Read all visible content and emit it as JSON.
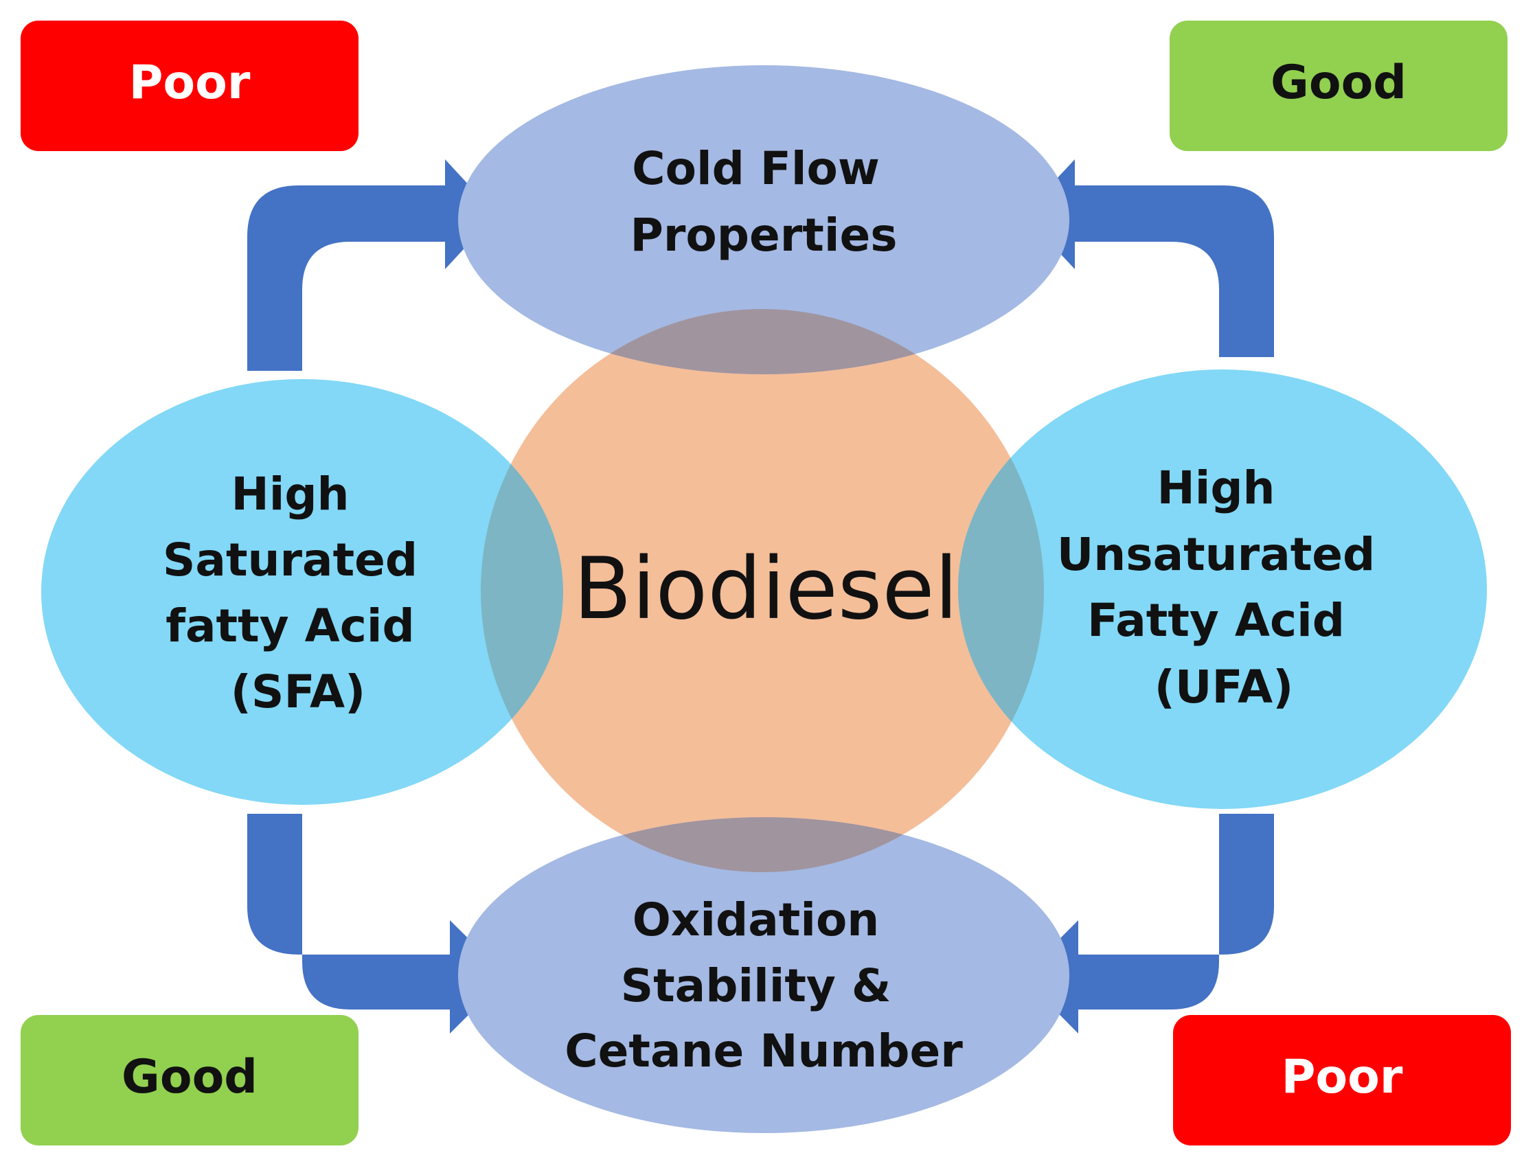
{
  "center": {
    "label": "Biodiesel",
    "color": "#F4BE99"
  },
  "properties": {
    "top": {
      "lines": [
        "Cold Flow",
        "Properties"
      ]
    },
    "bottom": {
      "lines": [
        "Oxidation",
        "Stability &",
        "Cetane Number"
      ]
    },
    "color": "#A4B9E3"
  },
  "acids": {
    "left": {
      "lines": [
        "High",
        "Saturated",
        "fatty Acid",
        "(SFA)"
      ]
    },
    "right": {
      "lines": [
        "High",
        "Unsaturated",
        "Fatty Acid",
        "(UFA)"
      ]
    },
    "color": "#82D8F6"
  },
  "ratings": {
    "top_left": {
      "label": "Poor",
      "color": "#FF0000",
      "text_color": "#FFFFFF"
    },
    "top_right": {
      "label": "Good",
      "color": "#92D050",
      "text_color": "#111111"
    },
    "bottom_left": {
      "label": "Good",
      "color": "#92D050",
      "text_color": "#111111"
    },
    "bottom_right": {
      "label": "Poor",
      "color": "#FF0000",
      "text_color": "#FFFFFF"
    }
  },
  "arrow_color": "#4472C4",
  "overlap_colors": {
    "vertical": "#A0949E",
    "horizontal": "#7DB5C4"
  }
}
